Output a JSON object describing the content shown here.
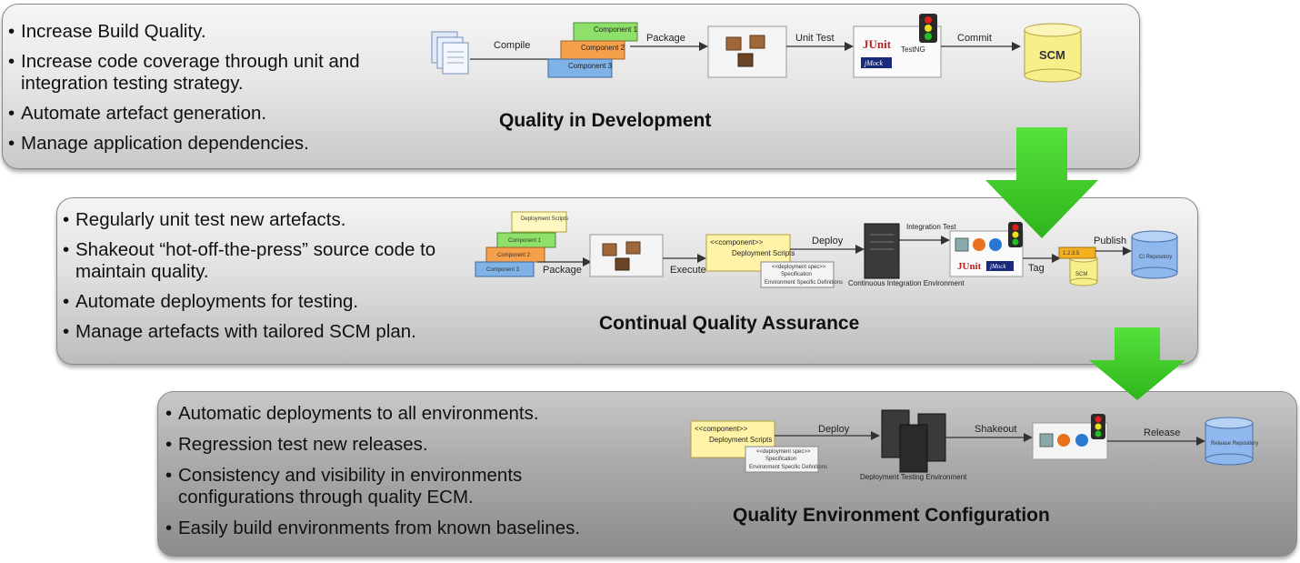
{
  "panels": {
    "development": {
      "title": "Quality in Development",
      "bullets": [
        "Increase Build Quality.",
        "Increase code coverage through unit and integration testing strategy.",
        "Automate artefact generation.",
        "Manage application dependencies."
      ],
      "flow": {
        "compile": "Compile",
        "package": "Package",
        "unit_test": "Unit Test",
        "commit": "Commit",
        "component1": "Component 1",
        "component2": "Component 2",
        "component3": "Component 3",
        "junit": "JUnit",
        "testng": "TestNG",
        "jmock": "jMock",
        "scm": "SCM"
      }
    },
    "assurance": {
      "title": "Continual Quality Assurance",
      "bullets": [
        "Regularly unit test new artefacts.",
        "Shakeout “hot-off-the-press” source code to maintain quality.",
        "Automate deployments for testing.",
        "Manage artefacts with tailored SCM plan."
      ],
      "flow": {
        "package": "Package",
        "execute": "Execute",
        "deploy": "Deploy",
        "integration_test": "Integration Test",
        "tag": "Tag",
        "publish": "Publish",
        "deployment_scripts_note": "Deployment Scripts",
        "component1": "Component 1",
        "component2": "Component 2",
        "component3": "Component 3",
        "component_stereotype": "<<component>>",
        "deployment_scripts": "Deployment Scripts",
        "deployment_spec": "<<deployment spec>>",
        "specification": "Specification",
        "env_specific": "Environment Specific Definitions",
        "ci_env": "Continuous Integration Environment",
        "junit": "JUnit",
        "jmock": "jMock",
        "version": "1.2.3.5",
        "scm": "SCM",
        "ci_repository": "CI Repository"
      }
    },
    "environment": {
      "title": "Quality Environment Configuration",
      "bullets": [
        "Automatic deployments to all environments.",
        "Regression test new releases.",
        "Consistency and visibility in environments configurations through quality ECM.",
        "Easily build environments from known baselines."
      ],
      "flow": {
        "deploy": "Deploy",
        "shakeout": "Shakeout",
        "release": "Release",
        "component_stereotype": "<<component>>",
        "deployment_scripts": "Deployment Scripts",
        "deployment_spec": "<<deployment spec>>",
        "specification": "Specification",
        "env_specific": "Environment Specific Definitions",
        "deploy_test_env": "Deployment Testing Environment",
        "release_repository": "Release Repository"
      }
    }
  },
  "colors": {
    "green_arrow": "#3fd12b",
    "component_green": "#8fe06a",
    "component_orange": "#f5a04a",
    "component_blue": "#7fb2e6",
    "scm_yellow": "#f7ef8a",
    "repo_blue": "#8fb8ee"
  }
}
